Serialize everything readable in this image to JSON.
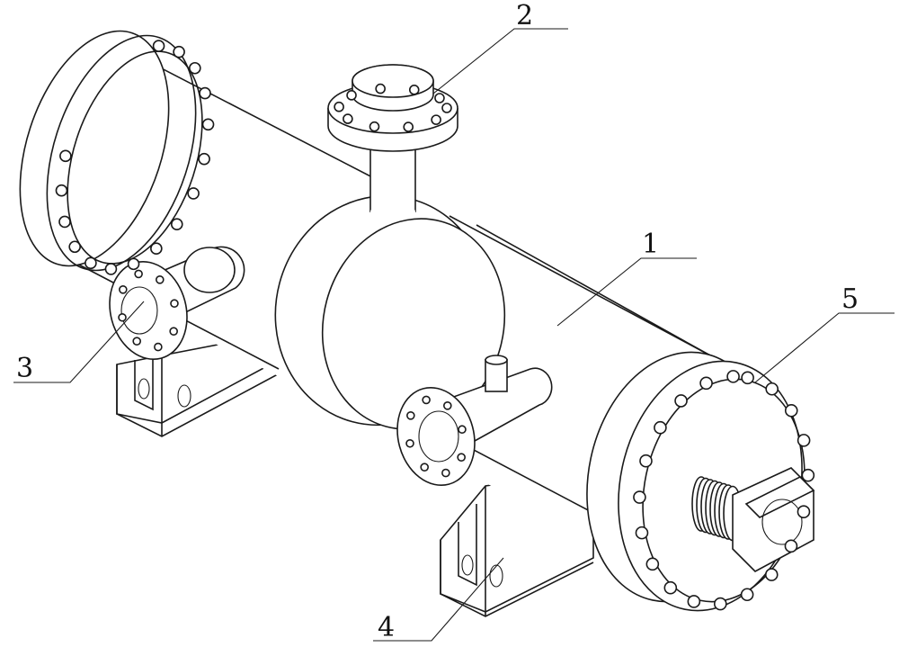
{
  "figure": {
    "labels": [
      {
        "id": "1",
        "text": "1"
      },
      {
        "id": "2",
        "text": "2"
      },
      {
        "id": "3",
        "text": "3"
      },
      {
        "id": "4",
        "text": "4"
      },
      {
        "id": "5",
        "text": "5"
      }
    ]
  }
}
